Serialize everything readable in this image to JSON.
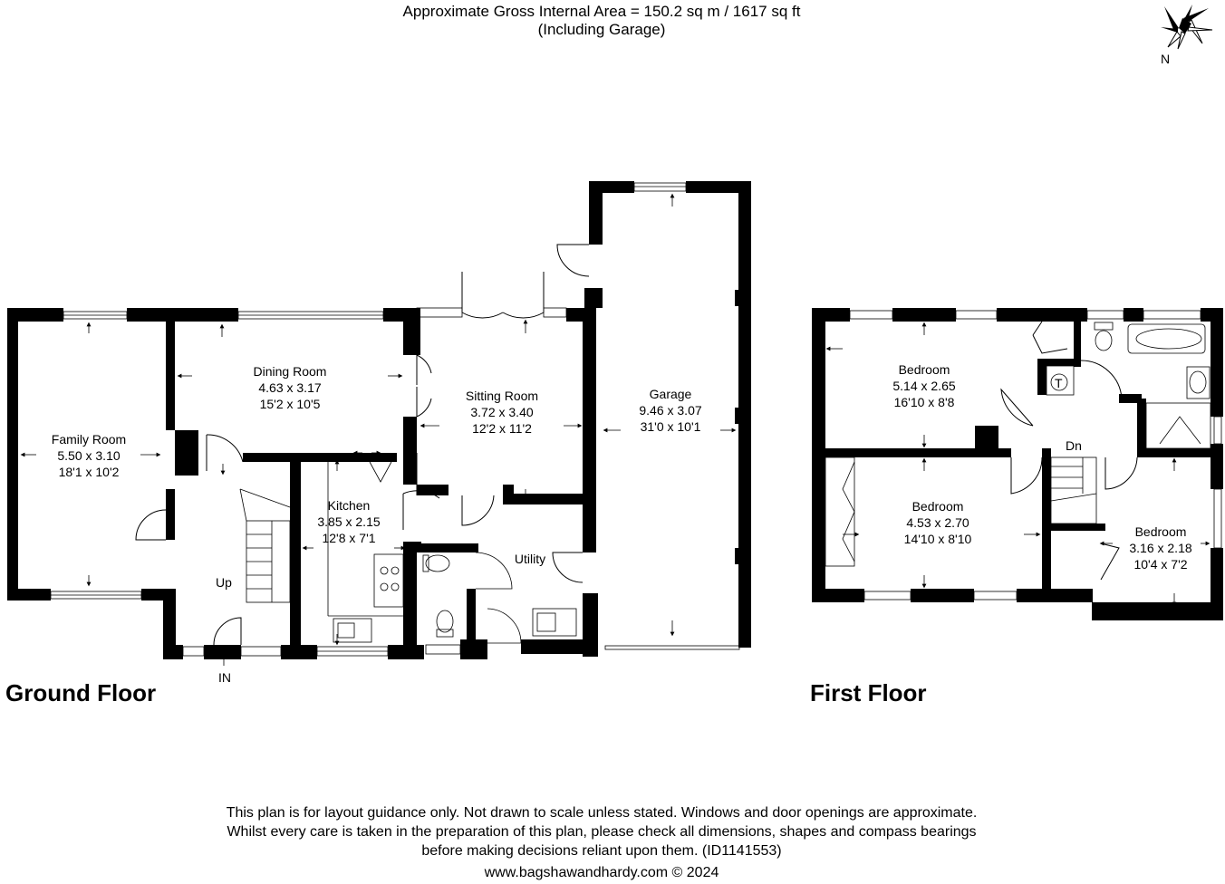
{
  "header": {
    "area_line": "Approximate Gross Internal Area = 150.2 sq m / 1617 sq ft",
    "including_line": "(Including Garage)"
  },
  "compass": {
    "label": "N"
  },
  "ground_floor": {
    "title": "Ground Floor",
    "entrance": "IN",
    "stairs": "Up",
    "rooms": {
      "family_room": {
        "name": "Family Room",
        "metric": "5.50 x 3.10",
        "imperial": "18'1 x 10'2"
      },
      "dining_room": {
        "name": "Dining Room",
        "metric": "4.63 x 3.17",
        "imperial": "15'2 x 10'5"
      },
      "sitting_room": {
        "name": "Sitting Room",
        "metric": "3.72 x 3.40",
        "imperial": "12'2 x 11'2"
      },
      "kitchen": {
        "name": "Kitchen",
        "metric": "3.85 x 2.15",
        "imperial": "12'8 x 7'1"
      },
      "utility": {
        "name": "Utility"
      },
      "garage": {
        "name": "Garage",
        "metric": "9.46 x 3.07",
        "imperial": "31'0 x 10'1"
      }
    }
  },
  "first_floor": {
    "title": "First Floor",
    "stairs": "Dn",
    "tank": "T",
    "rooms": {
      "bedroom_1": {
        "name": "Bedroom",
        "metric": "5.14 x 2.65",
        "imperial": "16'10 x 8'8"
      },
      "bedroom_2": {
        "name": "Bedroom",
        "metric": "4.53 x 2.70",
        "imperial": "14'10 x 8'10"
      },
      "bedroom_3": {
        "name": "Bedroom",
        "metric": "3.16 x 2.18",
        "imperial": "10'4 x 7'2"
      }
    }
  },
  "footer": {
    "line1": "This plan is for layout guidance only. Not drawn to scale unless stated. Windows and door openings are approximate.",
    "line2": "Whilst every care is taken in the preparation of this plan, please check all dimensions, shapes and compass bearings",
    "line3": "before making decisions reliant upon them. (ID1141553)",
    "line4": "www.bagshawandhardy.com © 2024"
  }
}
